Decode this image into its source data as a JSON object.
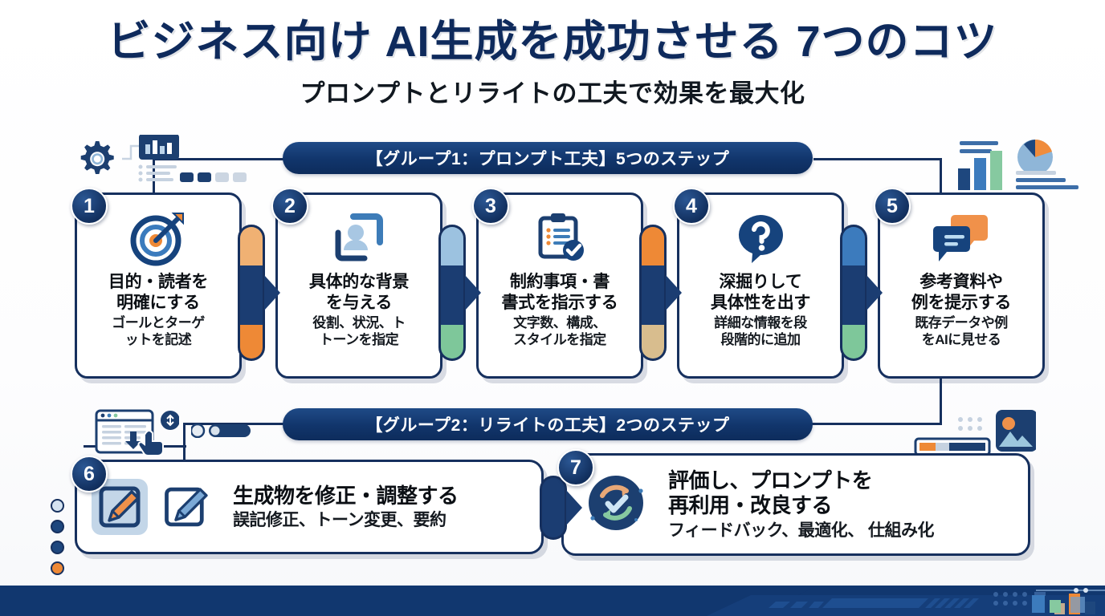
{
  "header": {
    "title": "ビジネス向け AI生成を成功させる 7つのコツ",
    "subtitle": "プロンプトとリライトの工夫で効果を最大化"
  },
  "groups": [
    {
      "id": "group1",
      "banner": "【グループ1：プロンプト工夫】5つのステップ"
    },
    {
      "id": "group2",
      "banner": "【グループ2：リライトの工夫】2つのステップ"
    }
  ],
  "steps_group1": [
    {
      "number": "1",
      "title": "目的・読者を\n明確にする",
      "title_line1": "目的・読者を",
      "title_line2": "明確にする",
      "desc_line1": "ゴールとターゲ",
      "desc_line2": "ットを記述",
      "icon": "target-arrow-icon"
    },
    {
      "number": "2",
      "title_line1": "具体的な背景",
      "title_line2": "を与える",
      "desc_line1": "役割、状況、ト",
      "desc_line2": "トーンを指定",
      "icon": "person-frame-icon"
    },
    {
      "number": "3",
      "title_line1": "制約事項・書",
      "title_line2": "書式を指示する",
      "desc_line1": "文字数、構成、",
      "desc_line2": "スタイルを指定",
      "icon": "clipboard-check-icon"
    },
    {
      "number": "4",
      "title_line1": "深掘りして",
      "title_line2": "具体性を出す",
      "desc_line1": "詳細な情報を段",
      "desc_line2": "段階的に追加",
      "icon": "question-bubble-icon"
    },
    {
      "number": "5",
      "title_line1": "参考資料や",
      "title_line2": "例を提示する",
      "desc_line1": "既存データや例",
      "desc_line2": "をAIに見せる",
      "icon": "chat-bubbles-icon"
    }
  ],
  "steps_group2": [
    {
      "number": "6",
      "title": "生成物を修正・調整する",
      "desc": "誤記修正、トーン変更、要約",
      "icon": "edit-pencil-icon"
    },
    {
      "number": "7",
      "title_line1": "評価し、プロンプトを",
      "title_line2": "再利用・改良する",
      "desc": "フィードバック、最適化、 仕組み化",
      "icon": "refresh-check-icon"
    }
  ],
  "decorations": {
    "top_left": "gear-chart-icon",
    "top_right": "bar-pie-chart-icon",
    "mid_left": "browser-cursor-icon",
    "mid_right": "image-photo-icon",
    "bottom_right": "tech-pattern-icon"
  },
  "colors": {
    "navy": "#12305f",
    "navy_dark": "#0d2449",
    "navy_line": "#16305e",
    "banner_blue": "#11356b",
    "orange": "#ee8936",
    "orange_light": "#f0b173",
    "blue_light": "#9cc2e0",
    "green": "#7ec79a",
    "tan": "#d8bd8e",
    "title_navy": "#0e2a5c",
    "bottom_bar": "#11376f"
  }
}
